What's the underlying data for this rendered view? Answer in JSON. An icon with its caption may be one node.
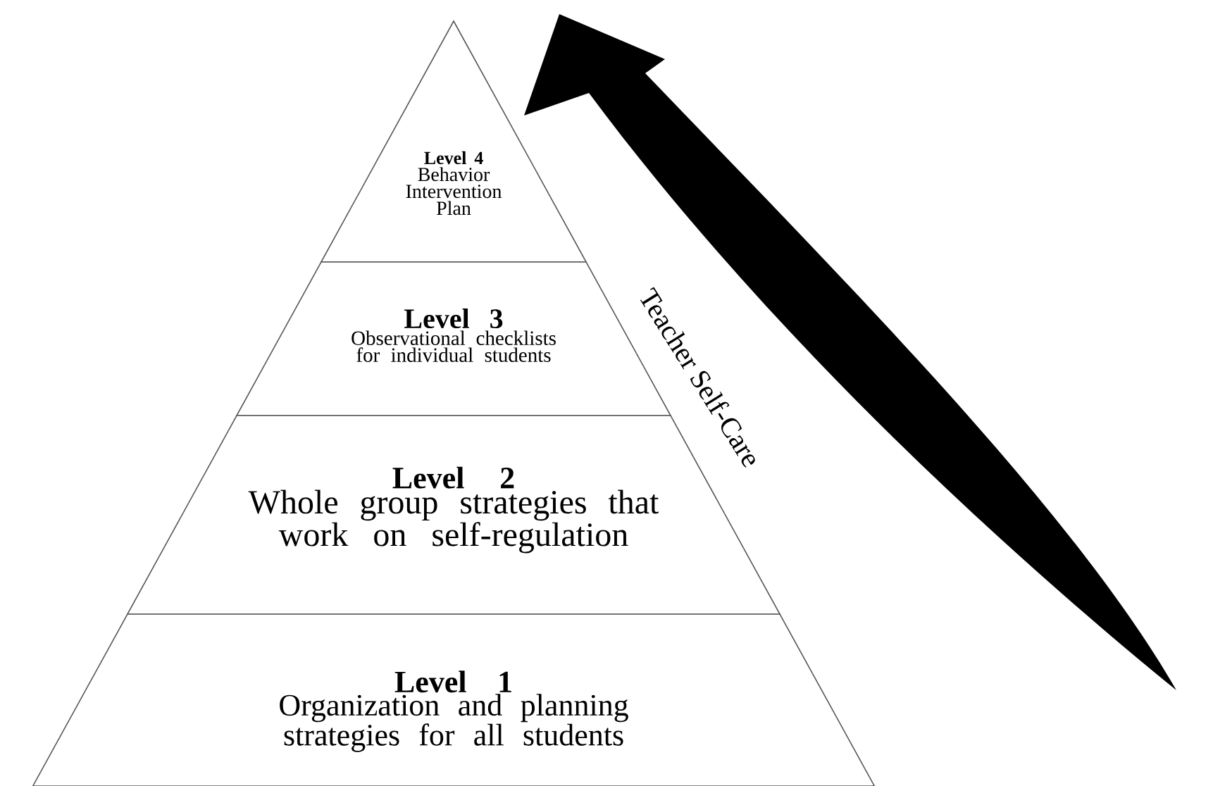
{
  "diagram": {
    "nodes": [
      {
        "text": [
          "Level 4",
          "Behavior Intervention Plan"
        ]
      },
      {
        "text": [
          "Level 3",
          "Observational checklists for individual students"
        ]
      },
      {
        "text": [
          "Level 2",
          "Whole group strategies that work on self-regulation"
        ]
      },
      {
        "text": [
          "Level 1",
          "Organization and planning strategies for all students"
        ]
      }
    ],
    "edges": [],
    "labels": [
      "Teacher Self-Care"
    ]
  }
}
